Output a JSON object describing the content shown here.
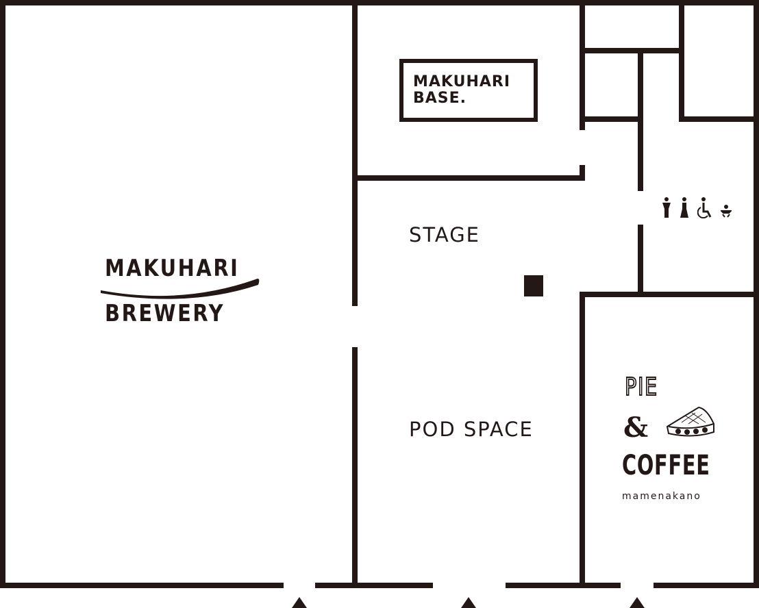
{
  "map": {
    "wall_color": "#231815",
    "rooms": {
      "brewery": {
        "line1": "MAKUHARI",
        "line2": "BREWERY"
      },
      "base": {
        "line1": "MAKUHARI",
        "line2": "BASE."
      },
      "stage": "STAGE",
      "pod_space": "POD SPACE",
      "cafe": {
        "line1": "PIE",
        "amp": "&",
        "line2": "COFFEE",
        "brand": "mamenakano"
      }
    },
    "restroom_icons": [
      "male-toilet-icon",
      "female-toilet-icon",
      "wheelchair-icon",
      "baby-changing-icon"
    ],
    "entrances": 3
  }
}
